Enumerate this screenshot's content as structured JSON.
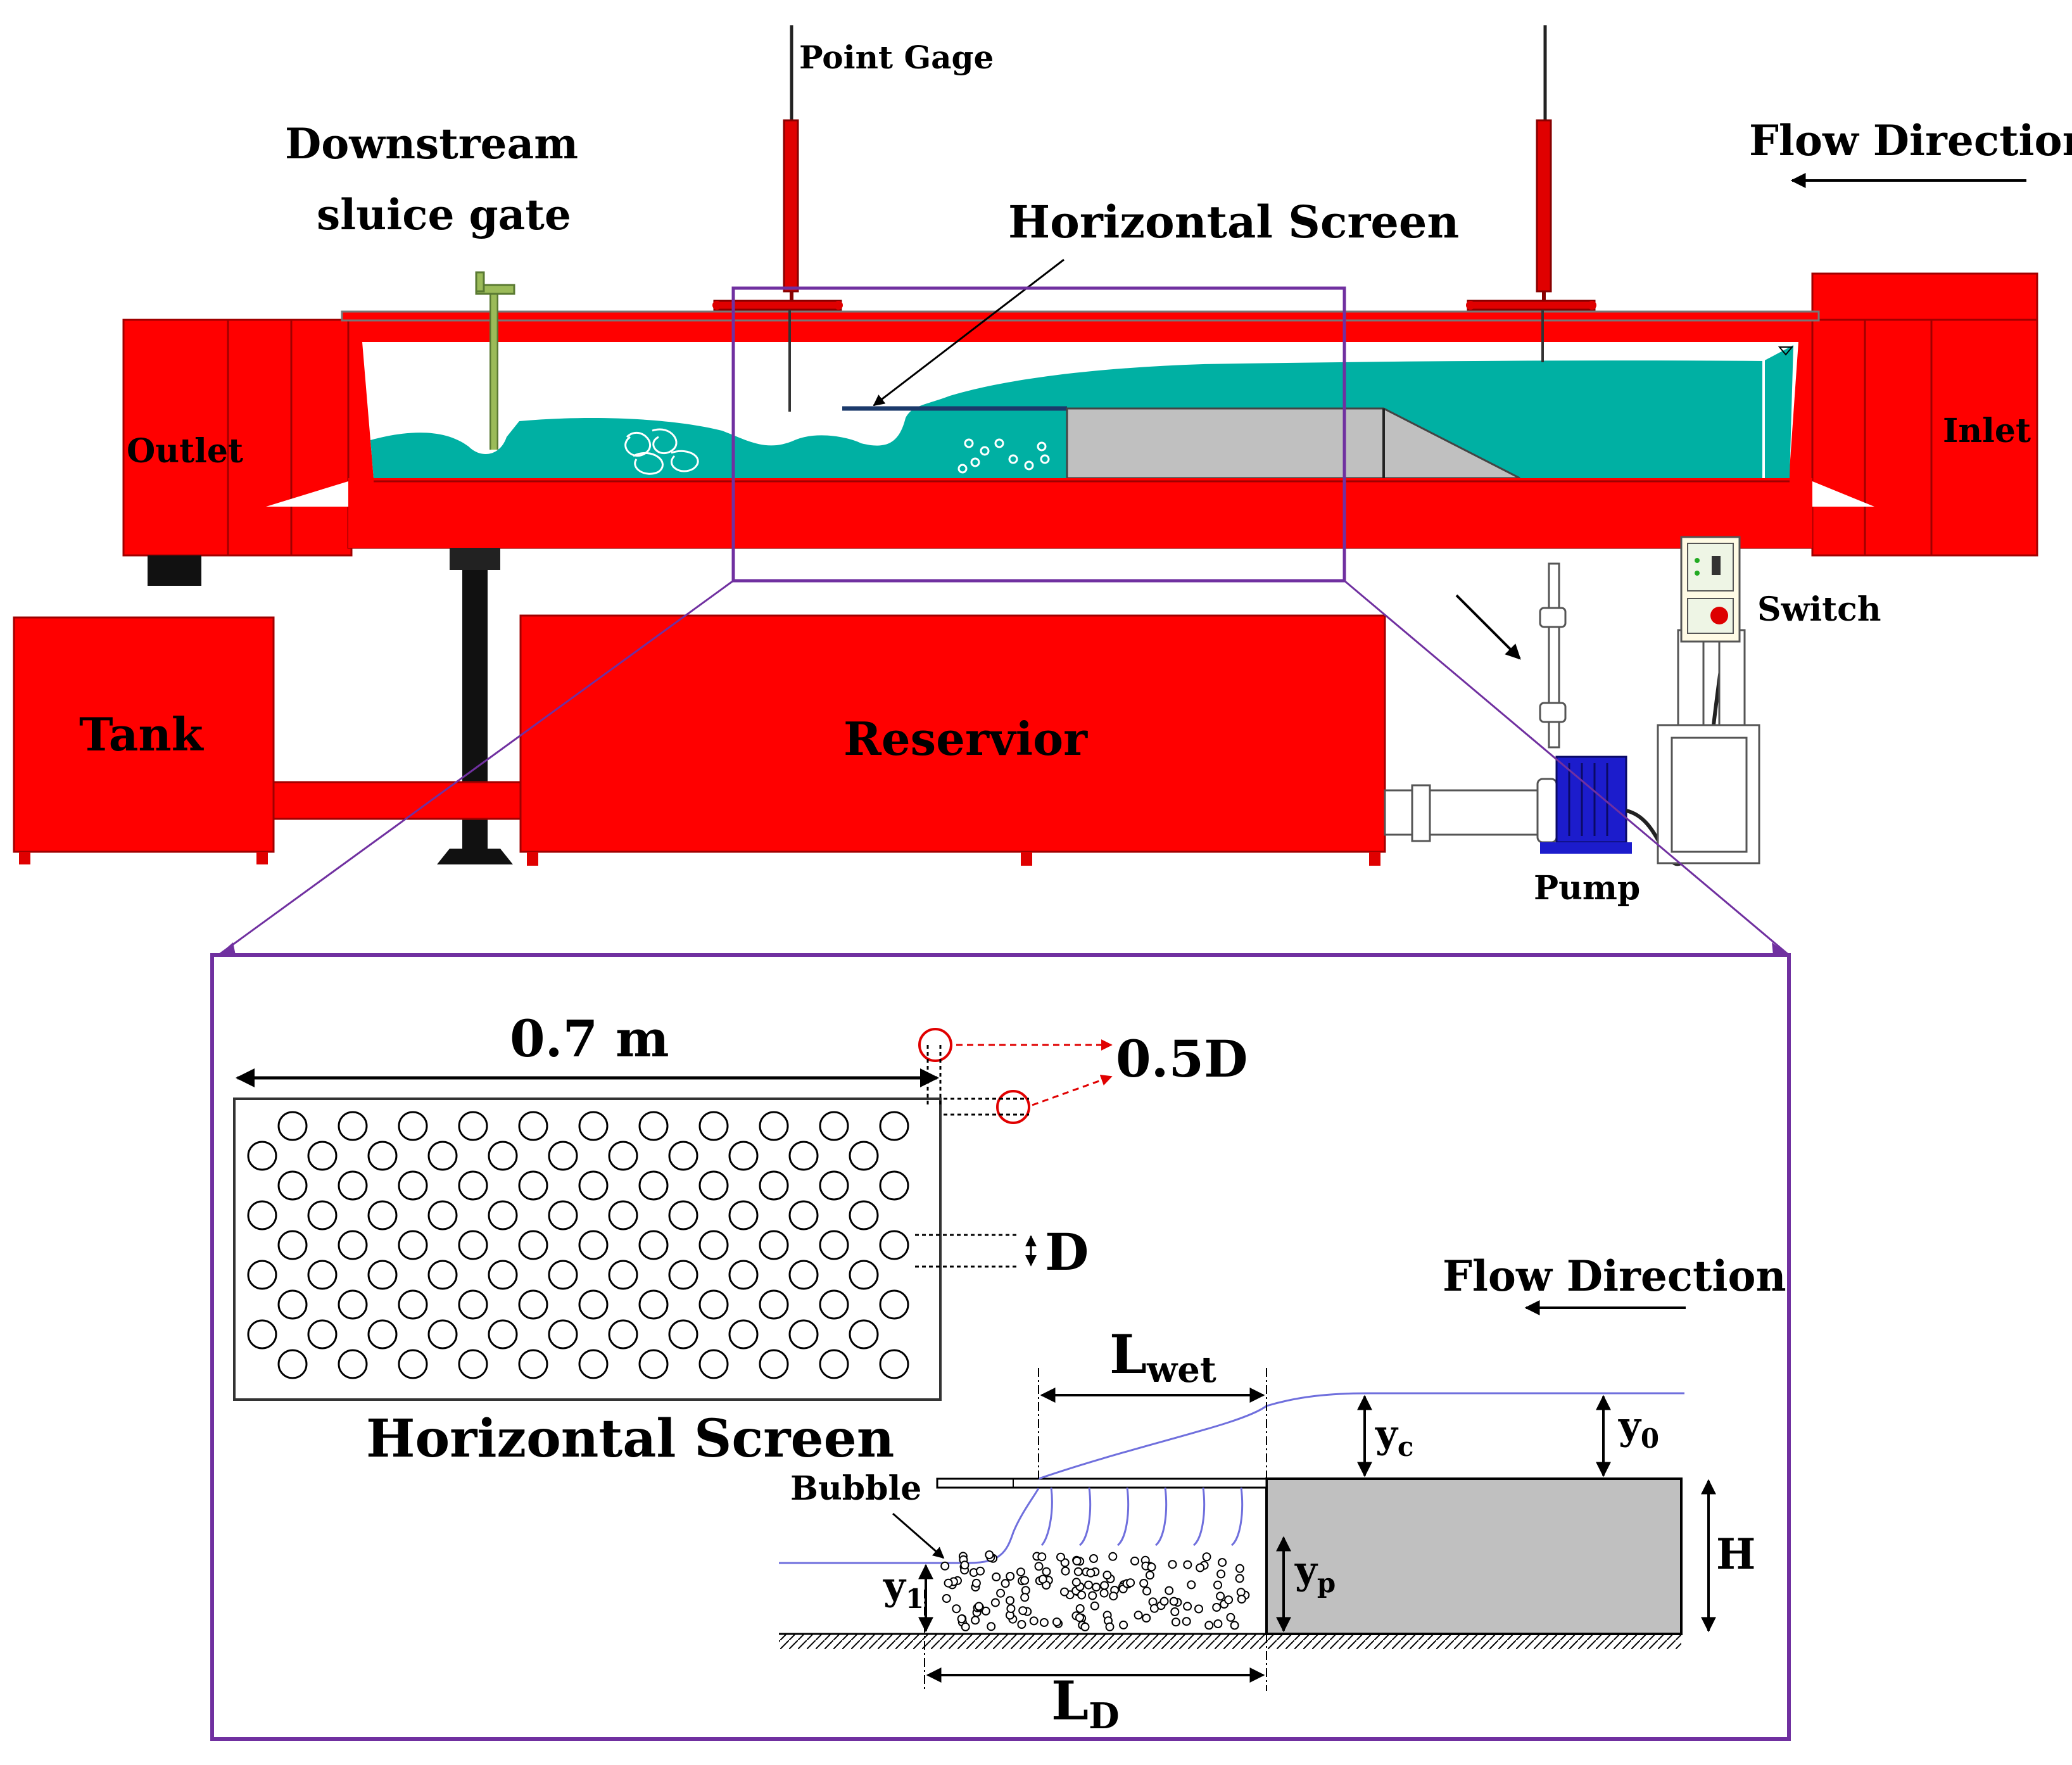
{
  "labels": {
    "point_gage": "Point Gage",
    "downstream_line1": "Downstream",
    "downstream_line2": "sluice gate",
    "horizontal_screen_top": "Horizontal Screen",
    "flow_direction_top": "Flow Direction",
    "outlet": "Outlet",
    "inlet": "Inlet",
    "switch": "Switch",
    "tank": "Tank",
    "reservoir": "Reservior",
    "pump": "Pump",
    "length": "0.7 m",
    "half_d": "0.5D",
    "d": "D",
    "horizontal_screen_bottom": "Horizontal Screen",
    "flow_direction_bottom": "Flow Direction",
    "bubble": "Bubble",
    "l_wet_main": "L",
    "l_wet_sub": "wet",
    "l_d_main": "L",
    "l_d_sub": "D",
    "yc_main": "y",
    "yc_sub": "c",
    "y0_main": "y",
    "y0_sub": "0",
    "y1_main": "y",
    "y1_sub": "1",
    "yp_main": "y",
    "yp_sub": "p",
    "h": "H"
  },
  "colors": {
    "flume_red": "#ff0000",
    "water": "#00b0a3",
    "weir_gray": "#c0c0c0",
    "frame_purple": "#7030a0",
    "pump_blue": "#1c1ccc",
    "gate_green": "#9bbb59",
    "profile_blue": "#6f6fdd"
  }
}
